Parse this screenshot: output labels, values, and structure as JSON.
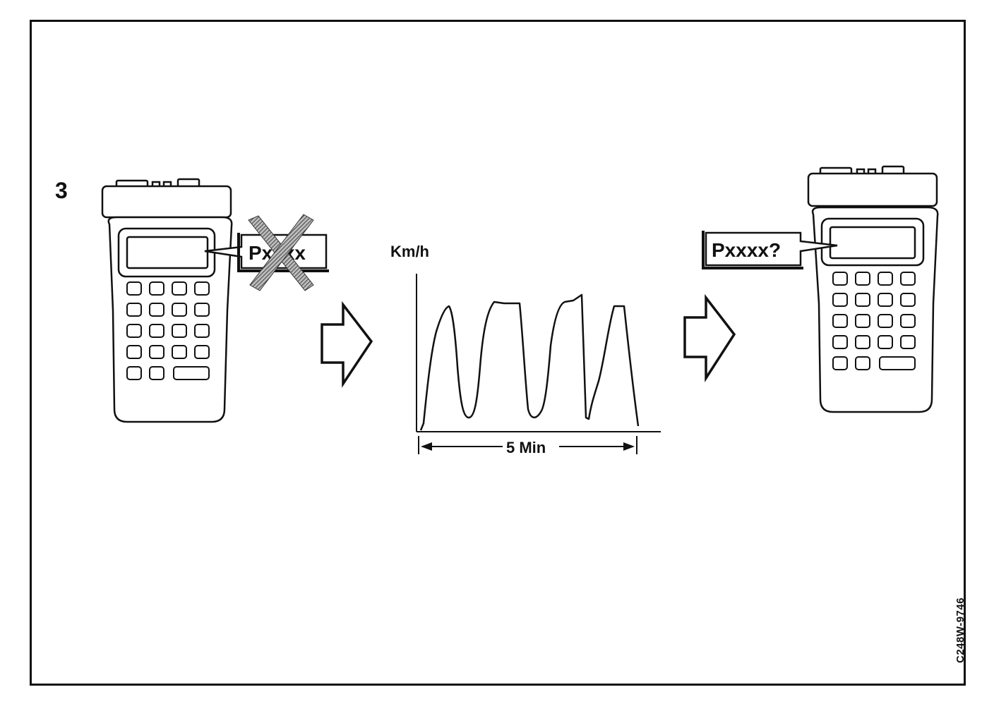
{
  "figure": {
    "step_number": "3",
    "reference_code": "C248W-9746"
  },
  "scanner_left": {
    "callout_text": "Pxxxx",
    "crossed_out": true
  },
  "speed_graph": {
    "y_axis_label": "Km/h",
    "duration_label": "5 Min"
  },
  "scanner_right": {
    "callout_text": "Pxxxx?"
  },
  "icons": {
    "arrow_left": "right-arrow-icon",
    "arrow_right": "right-arrow-icon",
    "cross": "x-cross-icon"
  },
  "colors": {
    "ink": "#111111",
    "background": "#ffffff",
    "device_fill": "#ffffff"
  }
}
